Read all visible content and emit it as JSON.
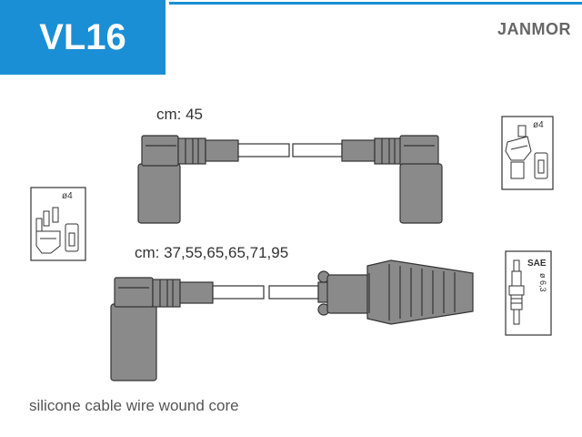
{
  "header": {
    "code": "VL16",
    "brand": "JANMOR"
  },
  "cables": {
    "short_length": "cm: 45",
    "long_lengths": "cm: 37,55,65,65,71,95"
  },
  "connectors": {
    "distributor_left": "ø4",
    "distributor_right": "ø4",
    "spark_plug_standard": "SAE",
    "spark_plug_size": "ø 6,3"
  },
  "footer": {
    "description": "silicone cable wire wound core"
  },
  "colors": {
    "accent": "#1a8fd6",
    "part_fill": "#888888",
    "outline": "#333333"
  }
}
